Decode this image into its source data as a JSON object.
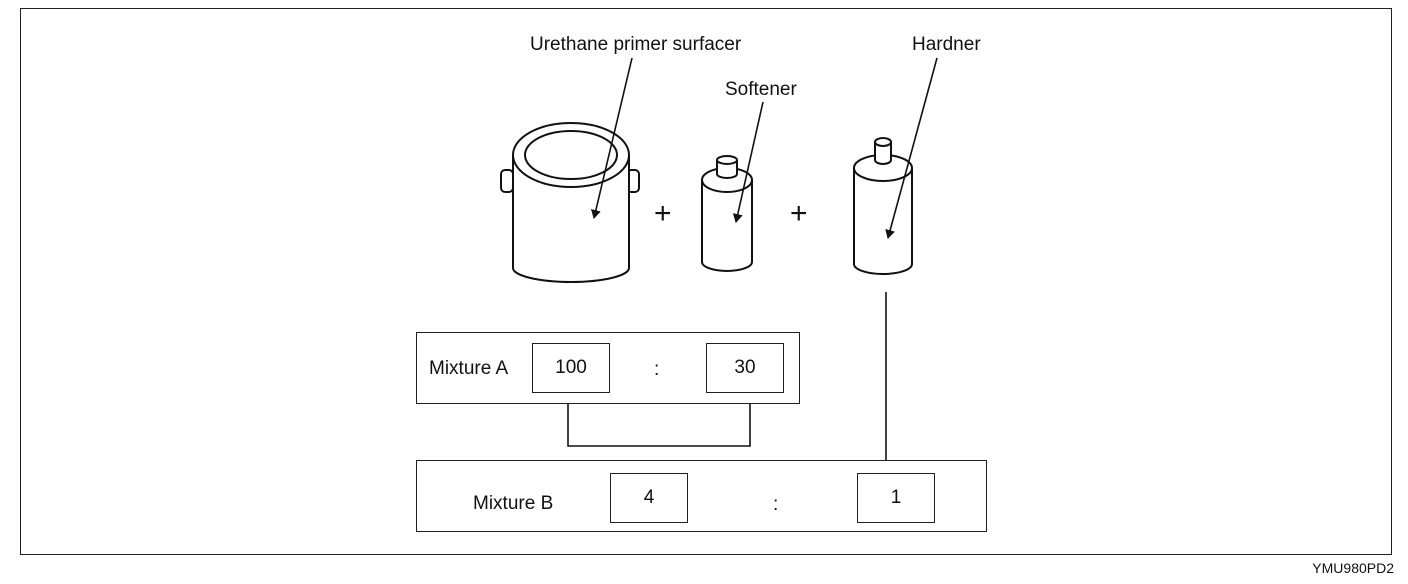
{
  "labels": {
    "urethane": "Urethane primer surfacer",
    "softener": "Softener",
    "hardner": "Hardner"
  },
  "operators": {
    "plus": "+"
  },
  "mixture_a": {
    "label": "Mixture A",
    "left_value": "100",
    "separator": ":",
    "right_value": "30"
  },
  "mixture_b": {
    "label": "Mixture B",
    "left_value": "4",
    "separator": ":",
    "right_value": "1"
  },
  "figure_code": "YMU980PD2",
  "icons": [
    "paint-can-icon",
    "softener-bottle-icon",
    "hardener-bottle-icon"
  ]
}
